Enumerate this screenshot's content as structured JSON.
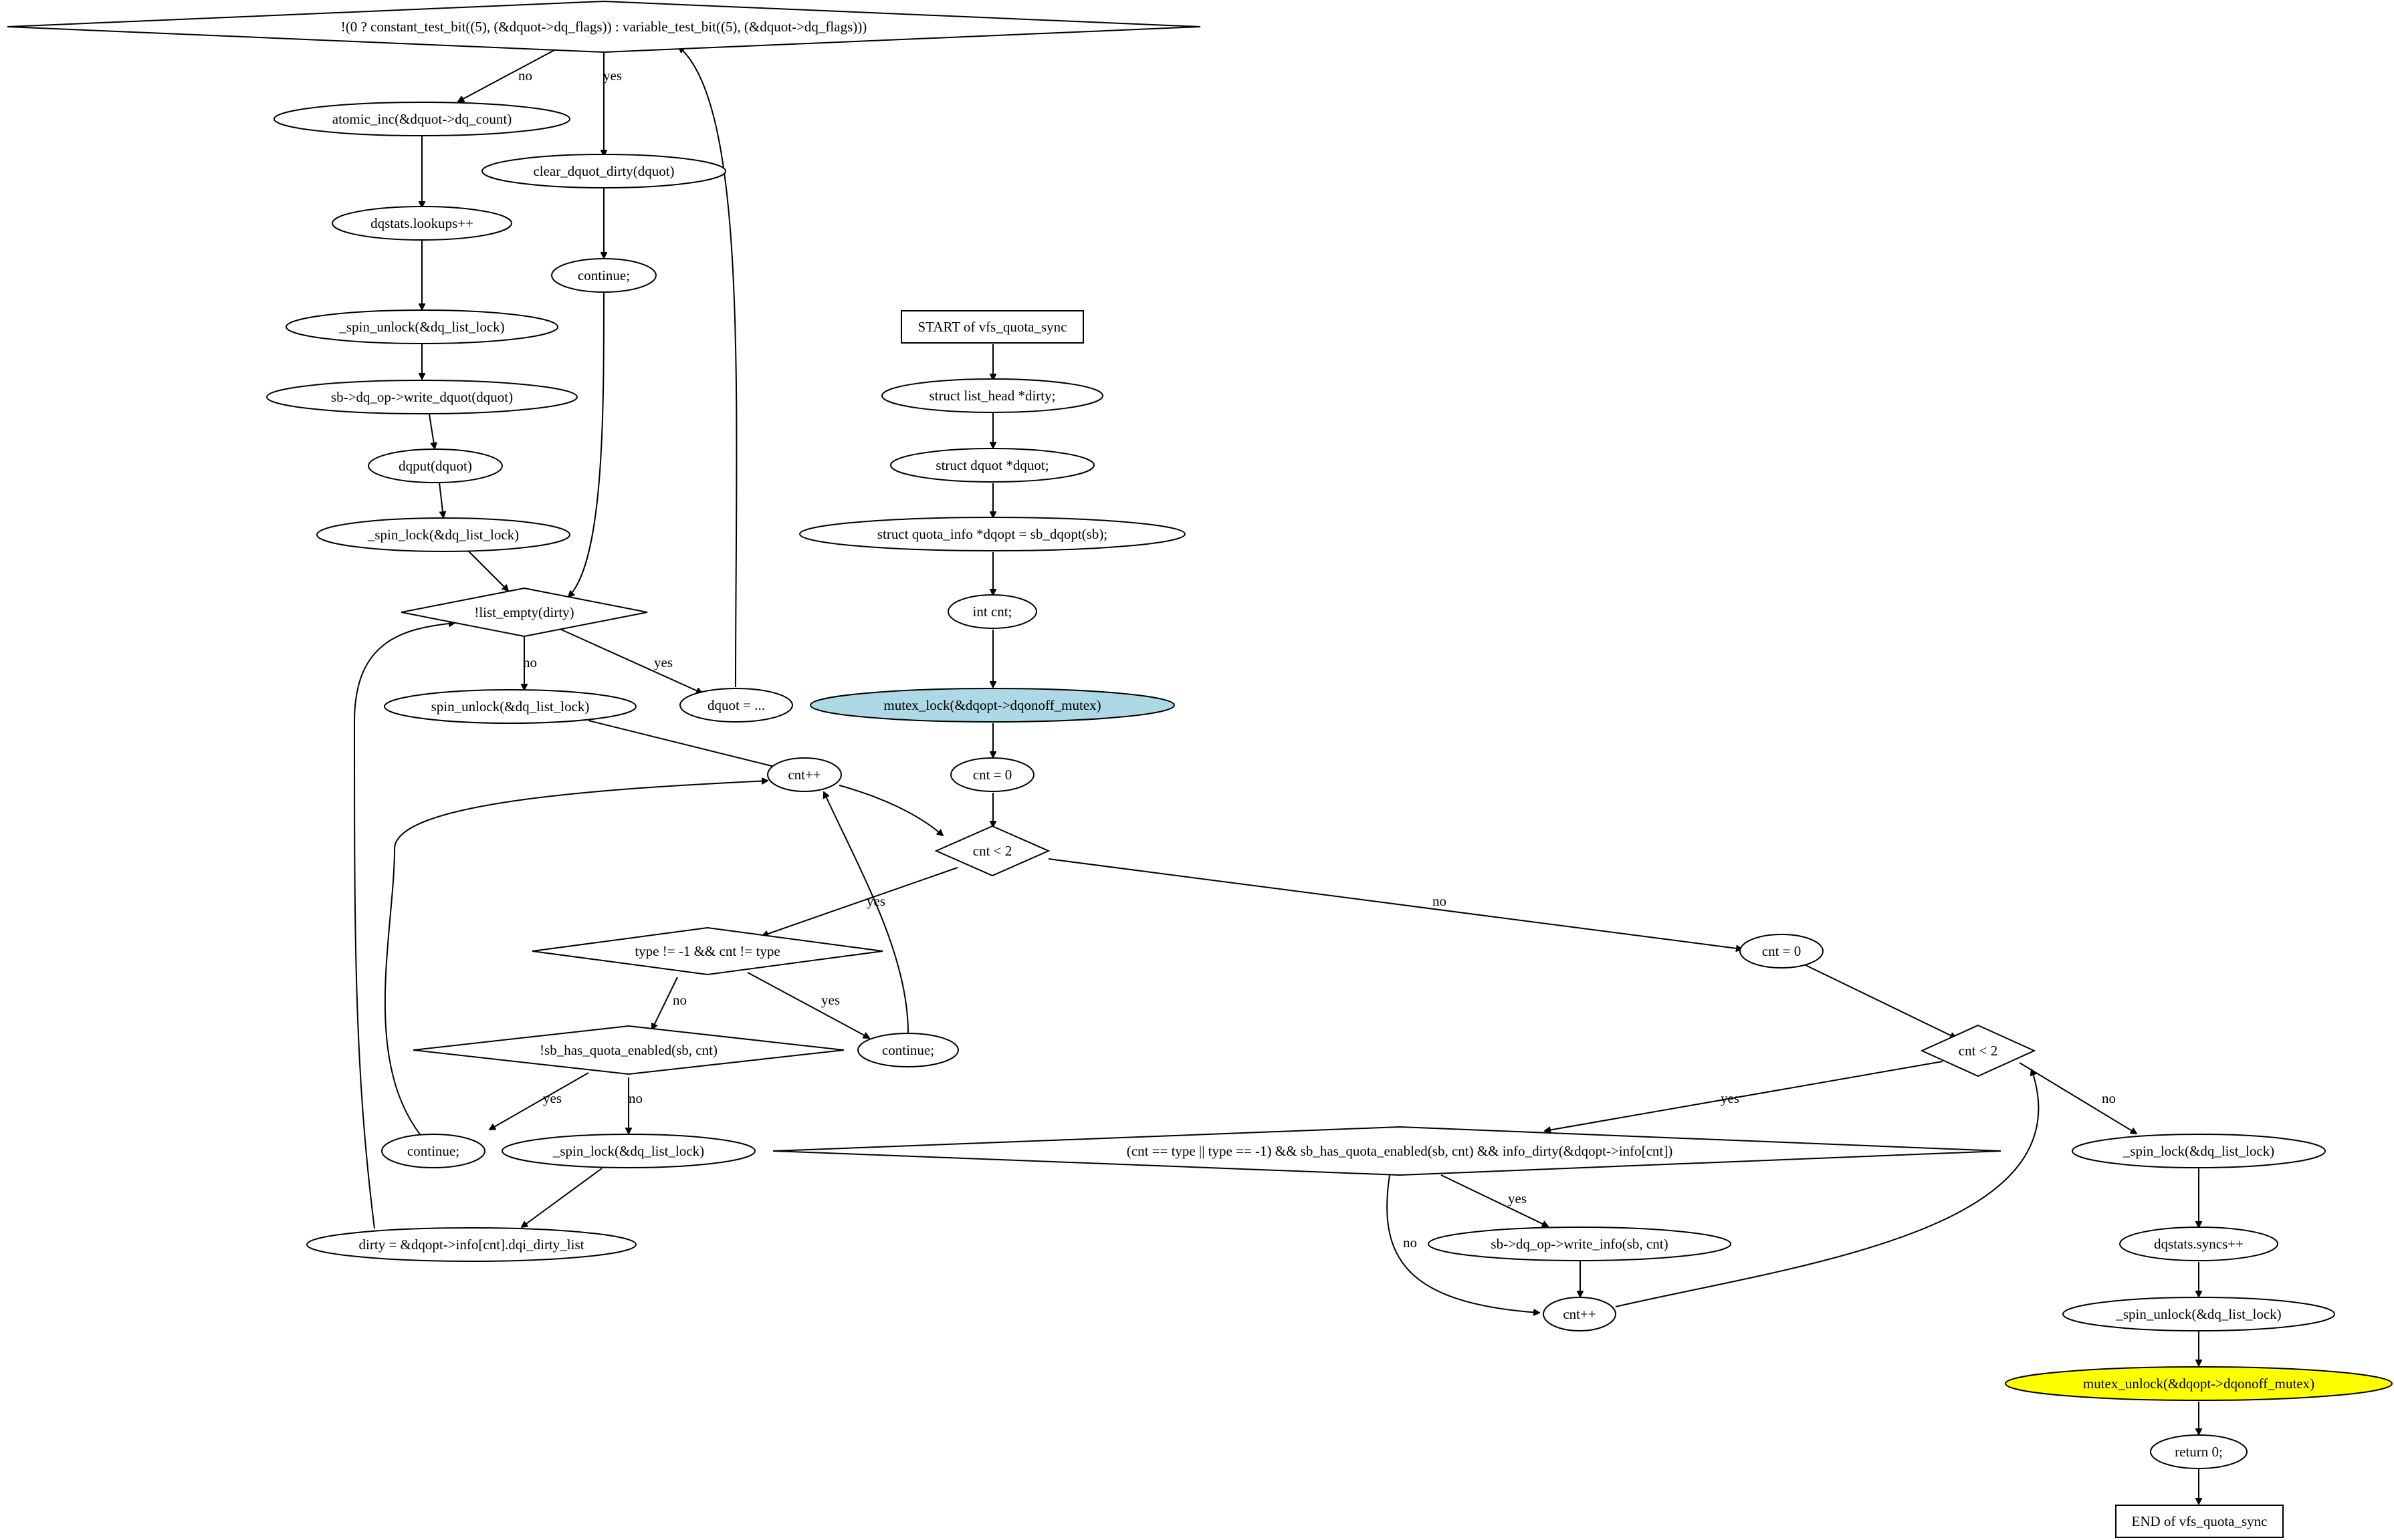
{
  "flowchart": {
    "nodes": {
      "n_test_bit": "!(0 ? constant_test_bit((5), (&dquot->dq_flags)) : variable_test_bit((5), (&dquot->dq_flags)))",
      "n_atomic_inc": "atomic_inc(&dquot->dq_count)",
      "n_clear_dirty": "clear_dquot_dirty(dquot)",
      "n_lookups": "dqstats.lookups++",
      "n_continue_top": "continue;",
      "n_spin_unlock_1": "_spin_unlock(&dq_list_lock)",
      "n_write_dquot": "sb->dq_op->write_dquot(dquot)",
      "n_dqput": "dqput(dquot)",
      "n_spin_lock_1": "_spin_lock(&dq_list_lock)",
      "n_list_empty": "!list_empty(dirty)",
      "n_spin_unlock_2": "spin_unlock(&dq_list_lock)",
      "n_dquot_assign": "dquot = ...",
      "n_start": "START of vfs_quota_sync",
      "n_decl_dirty": "struct list_head *dirty;",
      "n_decl_dquot": "struct dquot *dquot;",
      "n_decl_dqopt": "struct quota_info *dqopt = sb_dqopt(sb);",
      "n_decl_cnt": "int cnt;",
      "n_mutex_lock": "mutex_lock(&dqopt->dqonoff_mutex)",
      "n_cnt_zero_1": "cnt = 0",
      "n_cnt_inc_1": "cnt++",
      "n_cnt_lt2_1": "cnt < 2",
      "n_type_check": "type != -1 && cnt != type",
      "n_continue_mid": "continue;",
      "n_quota_enabled": "!sb_has_quota_enabled(sb, cnt)",
      "n_continue_left": "continue;",
      "n_spin_lock_2": "_spin_lock(&dq_list_lock)",
      "n_dirty_assign": "dirty = &dqopt->info[cnt].dqi_dirty_list",
      "n_cnt_zero_2": "cnt = 0",
      "n_cnt_lt2_2": "cnt < 2",
      "n_big_cond": "(cnt == type || type == -1) && sb_has_quota_enabled(sb, cnt) && info_dirty(&dqopt->info[cnt])",
      "n_write_info": "sb->dq_op->write_info(sb, cnt)",
      "n_cnt_inc_2": "cnt++",
      "n_spin_lock_3": "_spin_lock(&dq_list_lock)",
      "n_syncs": "dqstats.syncs++",
      "n_spin_unlock_3": "_spin_unlock(&dq_list_lock)",
      "n_mutex_unlock": "mutex_unlock(&dqopt->dqonoff_mutex)",
      "n_return": "return 0;",
      "n_end": "END of vfs_quota_sync"
    },
    "edge_labels": {
      "no": "no",
      "yes": "yes"
    },
    "colors": {
      "mutex_lock_fill": "#add8e6",
      "mutex_unlock_fill": "#ffff00",
      "stroke": "#000000",
      "background": "#ffffff"
    }
  }
}
